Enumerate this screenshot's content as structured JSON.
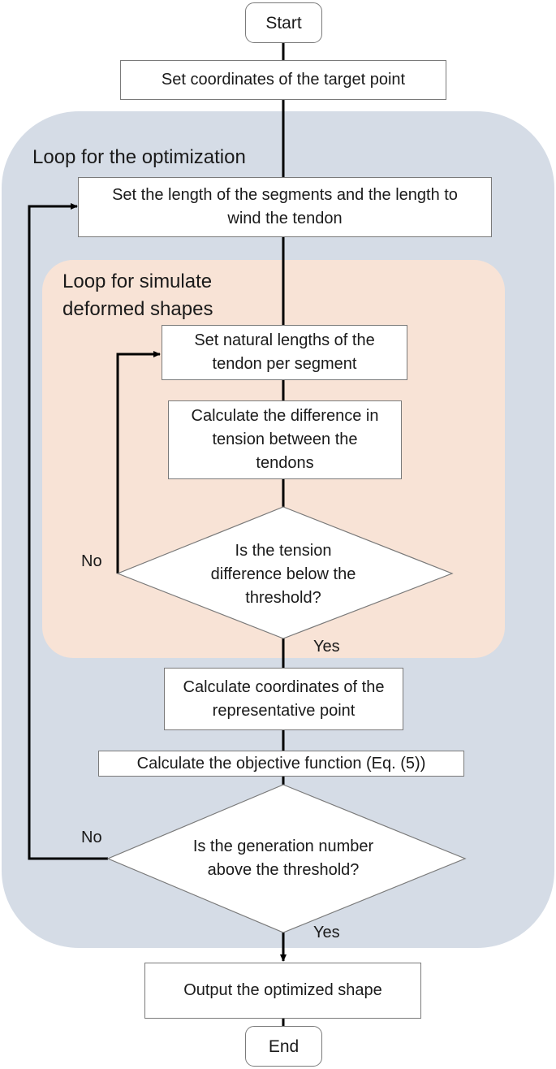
{
  "nodes": {
    "start": "Start",
    "set_target": "Set coordinates of the target point",
    "set_segments": "Set the length of the segments and the length to wind the tendon",
    "set_natural": "Set natural lengths of the tendon per segment",
    "calc_difference": "Calculate the difference in tension between the tendons",
    "decision_tension": "Is the tension difference below the threshold?",
    "calc_representative": "Calculate coordinates of the representative point",
    "calc_objective": "Calculate the objective function (Eq. (5))",
    "decision_generation": "Is the generation number above the threshold?",
    "output": "Output the optimized shape",
    "end": "End"
  },
  "regions": {
    "outer_label": "Loop for the optimization",
    "inner_label_line1": "Loop for simulate",
    "inner_label_line2": "deformed shapes"
  },
  "branches": {
    "tension_no": "No",
    "tension_yes": "Yes",
    "generation_no": "No",
    "generation_yes": "Yes"
  },
  "colors": {
    "outer_region": "#d5dce6",
    "inner_region": "#f8e3d6",
    "line": "#000000",
    "box_border": "#7a7a7a"
  }
}
